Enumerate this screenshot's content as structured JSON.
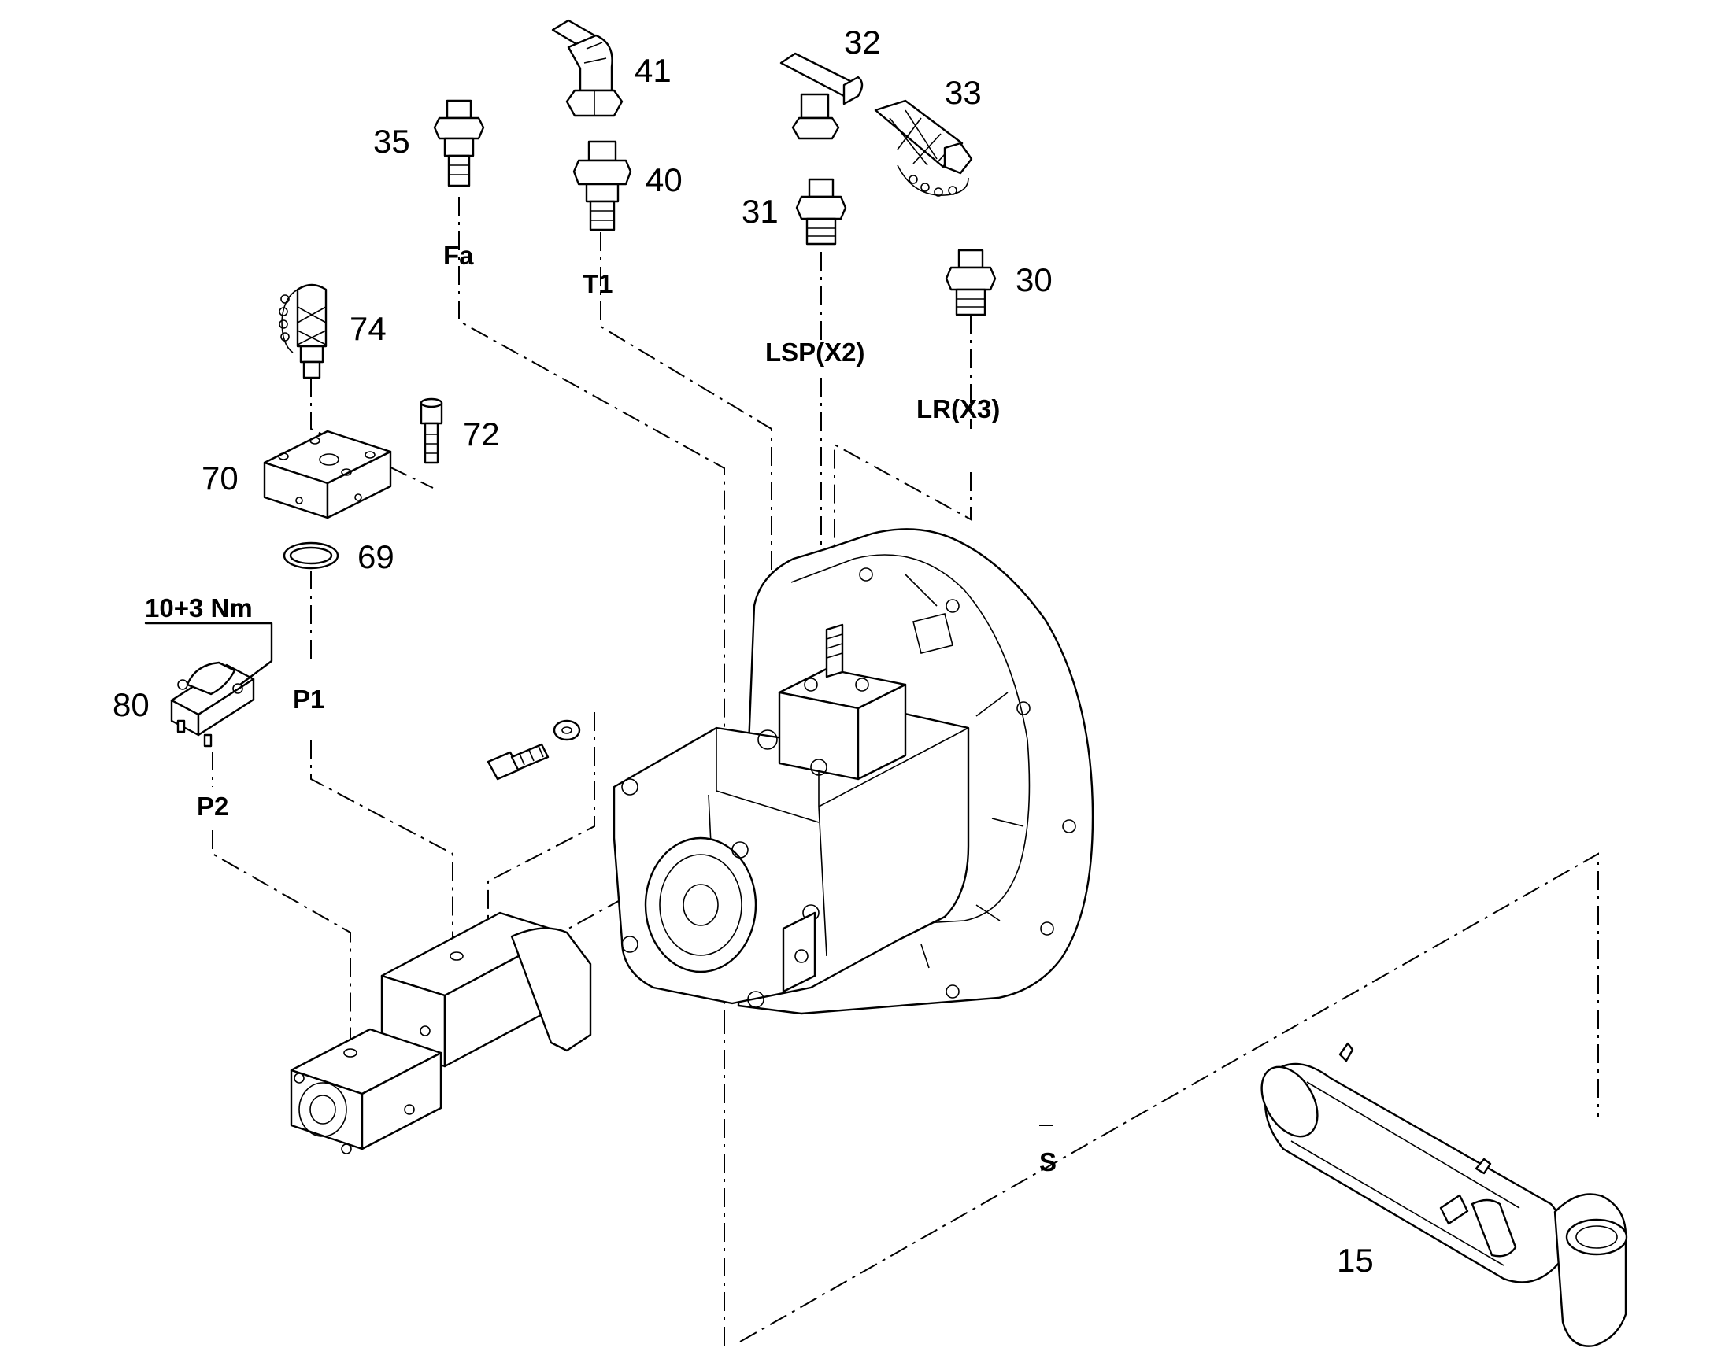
{
  "diagram": {
    "part_numbers": {
      "p15": "15",
      "p30": "30",
      "p31": "31",
      "p32": "32",
      "p33": "33",
      "p35": "35",
      "p40": "40",
      "p41": "41",
      "p69": "69",
      "p70": "70",
      "p72": "72",
      "p74": "74",
      "p80": "80"
    },
    "port_labels": {
      "fa": "Fa",
      "t1": "T1",
      "lsp": "LSP(X2)",
      "lr": "LR(X3)",
      "p1": "P1",
      "p2": "P2",
      "s": "S"
    },
    "torque_note": "10+3 Nm"
  }
}
